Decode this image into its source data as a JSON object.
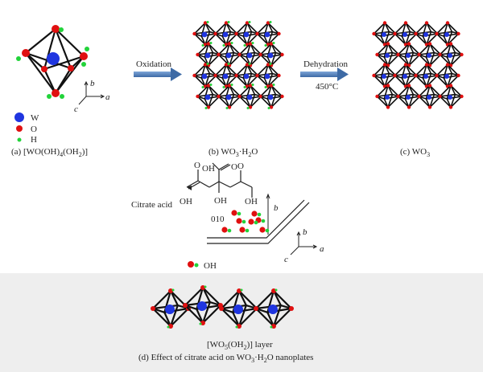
{
  "panel_a": {
    "caption_prefix": "(a) [WO(OH)",
    "caption_sub1": "4",
    "caption_mid": "(OH",
    "caption_sub2": "2",
    "caption_suffix": ")]",
    "legend": [
      {
        "label": "W",
        "color": "#1f35e0"
      },
      {
        "label": "O",
        "color": "#e01010"
      },
      {
        "label": "H",
        "color": "#22d33a"
      }
    ],
    "axes": {
      "b": "b",
      "a": "a",
      "c": "c"
    }
  },
  "arrow_oxidation": {
    "label": "Oxidation"
  },
  "panel_b": {
    "caption_prefix": "(b) WO",
    "caption_sub": "3",
    "caption_suffix": "·H",
    "caption_sub2": "2",
    "caption_end": "O"
  },
  "arrow_dehydration": {
    "label": "Dehydration",
    "temperature": "450°C"
  },
  "panel_c": {
    "caption_prefix": "(c) WO",
    "caption_sub": "3"
  },
  "citrate": {
    "label": "Citrate acid",
    "groups": [
      "OH",
      "OH",
      "OH",
      "OH"
    ],
    "ketone_o": [
      "O",
      "O",
      "O"
    ],
    "plane": "010",
    "axis_b": "b"
  },
  "oh_legend": {
    "label": "OH"
  },
  "panel_d": {
    "axes": {
      "b": "b",
      "a": "a",
      "c": "c"
    },
    "layer_prefix": "[WO",
    "layer_sub1": "5",
    "layer_mid": "(OH",
    "layer_sub2": "2",
    "layer_suffix": ")] layer",
    "caption_prefix": "(d) Effect of citrate acid on WO",
    "caption_sub": "3",
    "caption_mid": "·H",
    "caption_sub2": "2",
    "caption_end": "O nanoplates"
  },
  "colors": {
    "tungsten": "#1f35e0",
    "oxygen": "#e01010",
    "hydrogen": "#22d33a",
    "arrow": "#4f81bd",
    "panel_bg": "#eeeeee"
  }
}
